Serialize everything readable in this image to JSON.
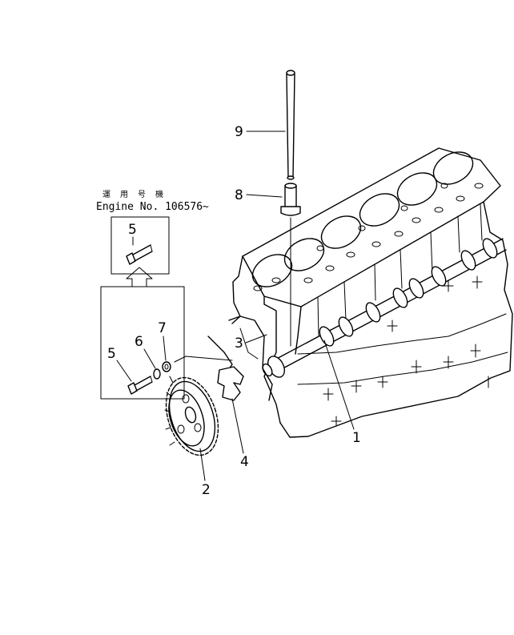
{
  "note": {
    "line1": "運 用 号 機",
    "line2": "Engine No. 106576~"
  },
  "callouts": {
    "c1": "1",
    "c2": "2",
    "c3": "3",
    "c4": "4",
    "c5_upper": "5",
    "c5_lower": "5",
    "c6": "6",
    "c7": "7",
    "c8": "8",
    "c9": "9"
  }
}
